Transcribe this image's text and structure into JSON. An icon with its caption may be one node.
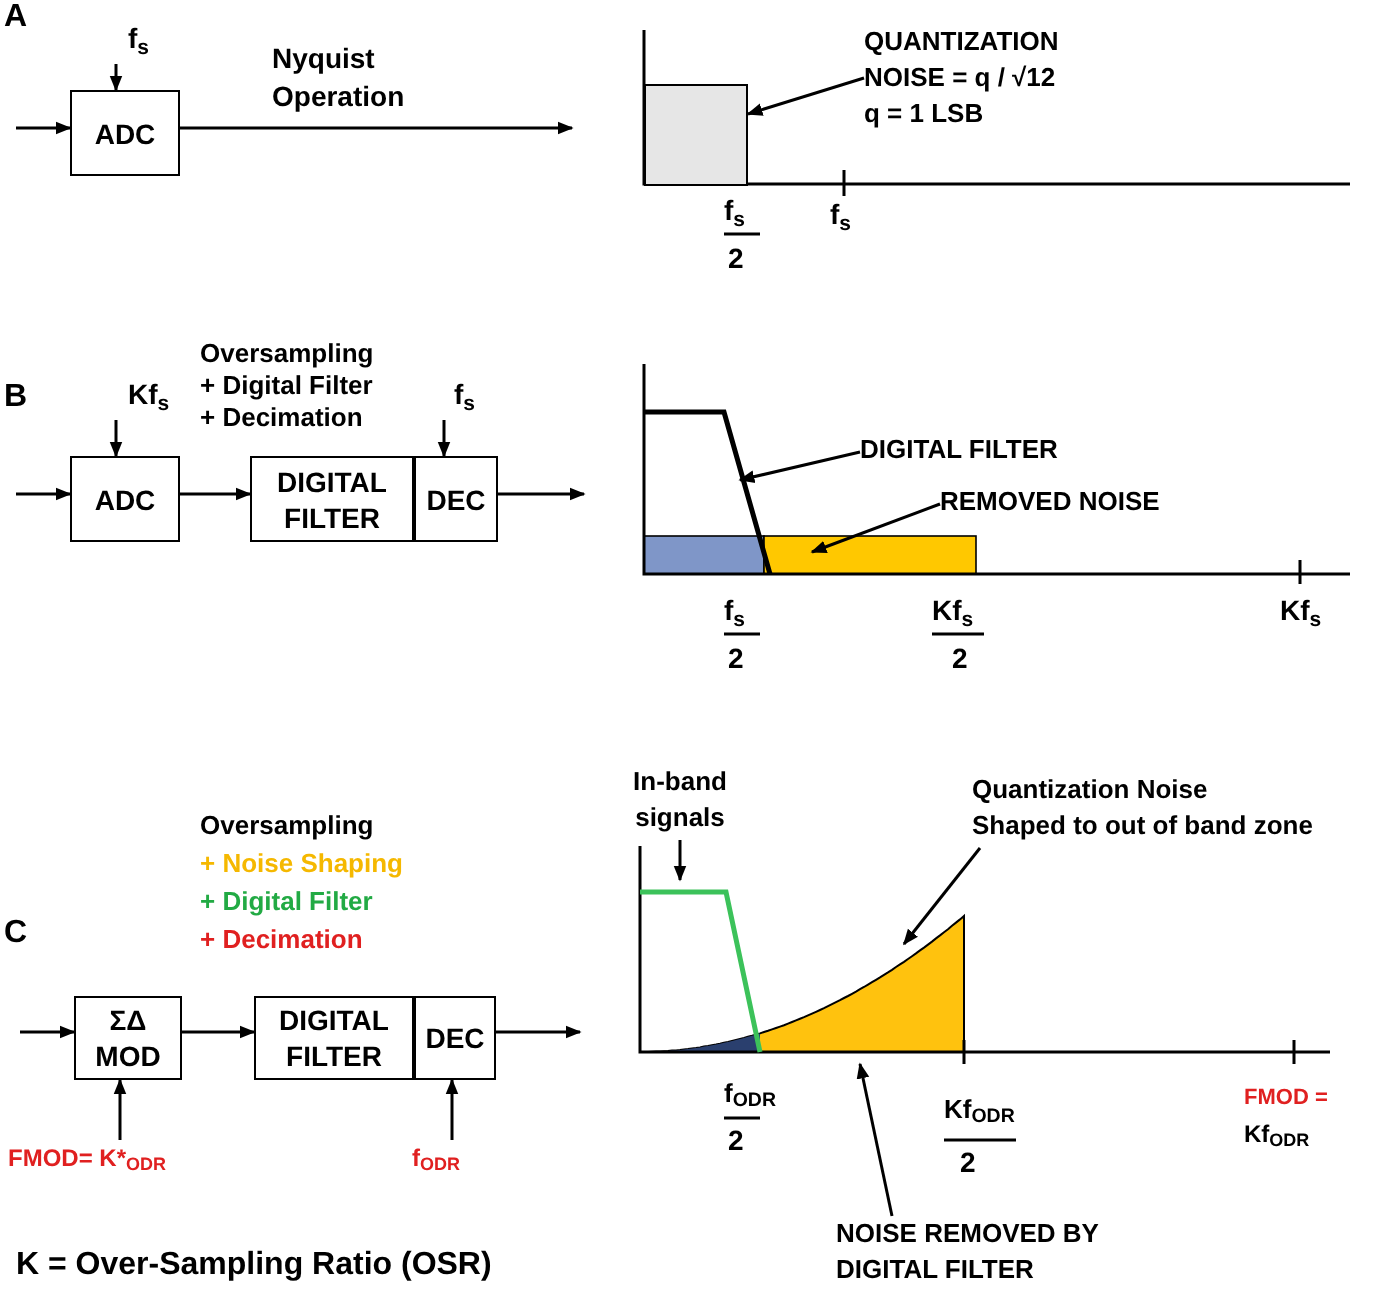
{
  "diagram": {
    "nodes": [
      {
        "text": [
          "ADC"
        ]
      },
      {
        "text": [
          "f$_{s}$"
        ]
      },
      {
        "text": [
          "ADC"
        ]
      },
      {
        "text": [
          "Kf$_{s}$"
        ]
      },
      {
        "text": [
          "DIGITAL FILTER"
        ]
      },
      {
        "text": [
          "DEC"
        ]
      },
      {
        "text": [
          "f$_{s}$"
        ]
      },
      {
        "text": [
          "ΣΔ MOD"
        ]
      },
      {
        "text": [
          "FMOD= K*$_{ODR}$"
        ]
      },
      {
        "text": [
          "DIGITAL FILTER"
        ]
      },
      {
        "text": [
          "DEC"
        ]
      },
      {
        "text": [
          "f$_{ODR}$"
        ]
      },
      {
        "text": [
          "QUANTIZATION NOISE = q / √12",
          "q = 1 LSB"
        ]
      },
      {
        "text": [
          "DIGITAL FILTER"
        ]
      },
      {
        "text": [
          "REMOVED NOISE"
        ]
      },
      {
        "text": [
          "In-band signals"
        ]
      },
      {
        "text": [
          "Quantization Noise",
          "Shaped to out of band zone"
        ]
      },
      {
        "text": [
          "NOISE REMOVED BY DIGITAL FILTER"
        ]
      },
      {
        "text": [],
        "shape": "box"
      }
    ],
    "edges": [
      {
        "from": null,
        "to": 0,
        "arrow": "to"
      },
      {
        "from": 1,
        "to": 0,
        "arrow": "to"
      },
      {
        "from": 0,
        "to": null,
        "arrow": "to"
      },
      {
        "from": null,
        "to": 2,
        "arrow": "to"
      },
      {
        "from": 3,
        "to": 2,
        "arrow": "to"
      },
      {
        "from": 2,
        "to": 4,
        "arrow": "to"
      },
      {
        "from": 6,
        "to": 5,
        "arrow": "to"
      },
      {
        "from": 5,
        "to": null,
        "arrow": "to"
      },
      {
        "from": null,
        "to": 7,
        "arrow": "to"
      },
      {
        "from": 8,
        "to": 7,
        "arrow": "to"
      },
      {
        "from": 7,
        "to": 9,
        "arrow": "to"
      },
      {
        "from": 11,
        "to": 10,
        "arrow": "to"
      },
      {
        "from": 10,
        "to": null,
        "arrow": "to"
      },
      {
        "from": 12,
        "to": 18,
        "arrow": "to"
      },
      {
        "from": 13,
        "to": null,
        "arrow": "to"
      },
      {
        "from": 14,
        "to": null,
        "arrow": "to"
      },
      {
        "from": 15,
        "to": null,
        "arrow": "to"
      },
      {
        "from": 16,
        "to": null,
        "arrow": "to"
      },
      {
        "from": 17,
        "to": null,
        "arrow": "to"
      }
    ],
    "labels": [
      "A",
      "Nyquist Operation",
      "f$_{s}$",
      "2",
      "f$_{s}$",
      "B",
      "Oversampling",
      "+ Digital Filter",
      "+ Decimation",
      "f$_{s}$",
      "2",
      "Kf$_{s}$",
      "2",
      "Kf$_{s}$",
      "Oversampling",
      "+ Noise Shaping",
      "+ Digital Filter",
      "C",
      "+ Decimation",
      "f$_{ODR}$",
      "2",
      "Kf$_{ODR}$",
      "2",
      "FMOD =",
      "Kf$_{ODR}$",
      "K = Over-Sampling Ratio (OSR)"
    ]
  }
}
